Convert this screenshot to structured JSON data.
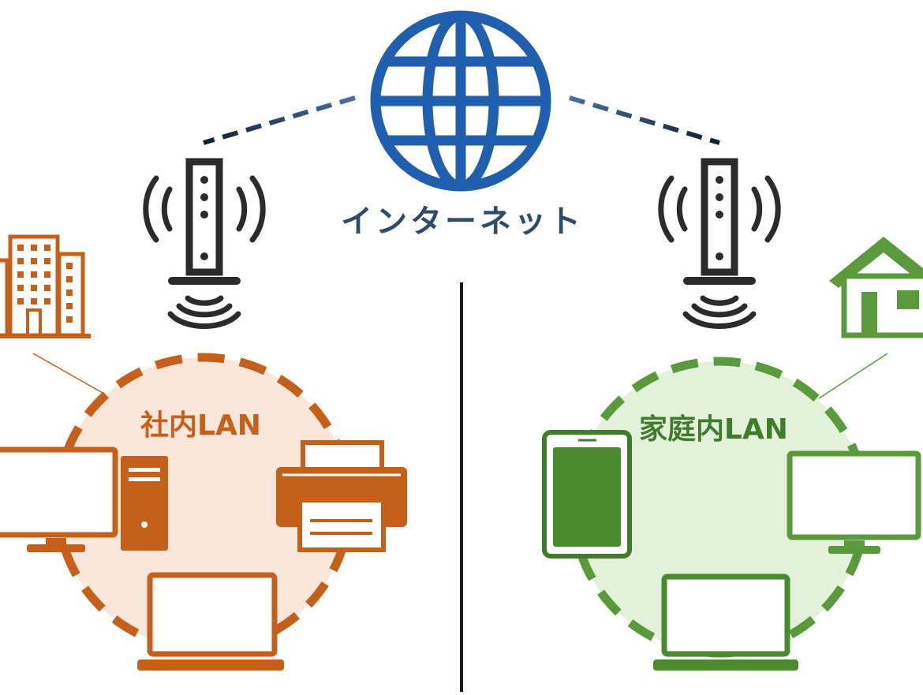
{
  "internet": {
    "label": "インターネット",
    "color": "#1f5fad",
    "text_color": "#2f4b67"
  },
  "office": {
    "label": "社内LAN",
    "color": "#c4601a",
    "fill": "#fbe6da",
    "icon": "office-building-icon"
  },
  "home": {
    "label": "家庭内LAN",
    "color": "#5a9a3c",
    "dark": "#3f7d2b",
    "fill": "#e3f1da",
    "icon": "house-icon"
  },
  "router_color": "#2b2b2b",
  "divider_color": "#1a1a1a"
}
